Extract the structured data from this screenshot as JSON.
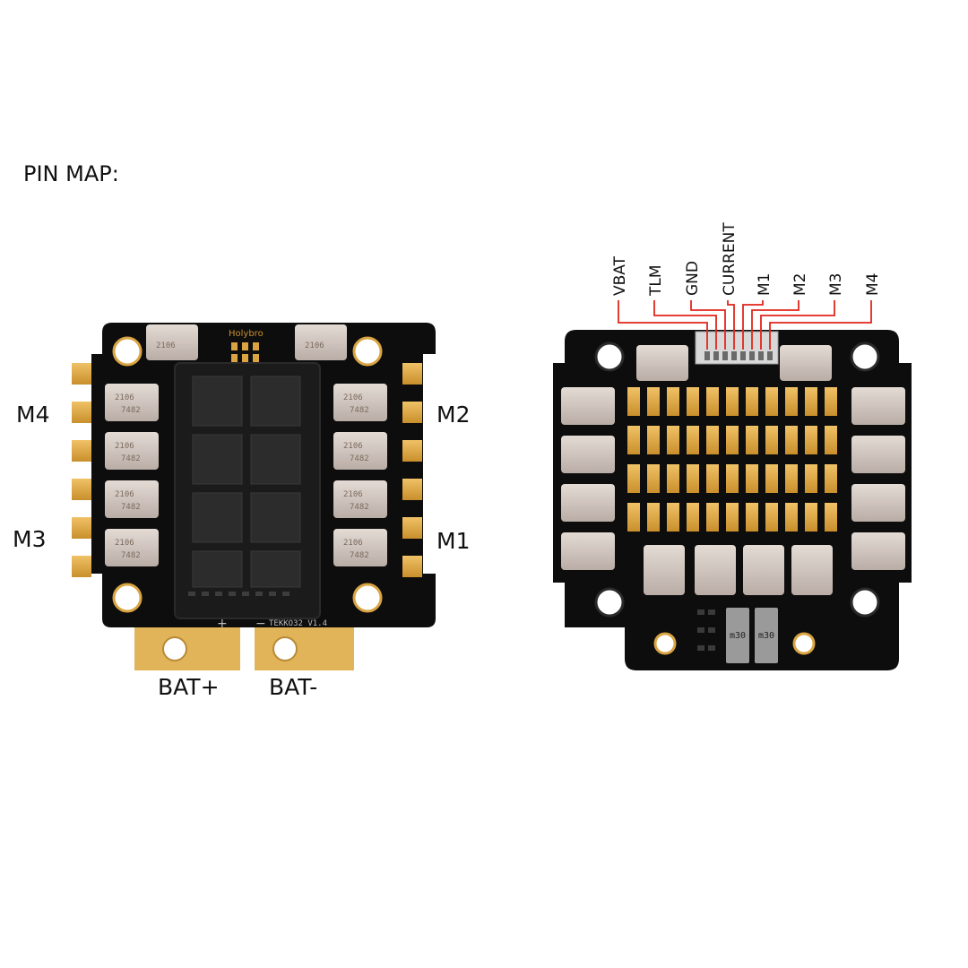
{
  "page_title": "PIN MAP:",
  "front_board": {
    "logo_text": "Holybro",
    "model_text": "TEKKO32 V1.4",
    "polarity_plus": "+",
    "polarity_minus": "−",
    "cap_code_a": "2106",
    "cap_code_b": "7482",
    "motor_labels": {
      "m4": "M4",
      "m2": "M2",
      "m3": "M3",
      "m1": "M1"
    },
    "battery_labels": {
      "positive": "BAT+",
      "negative": "BAT-"
    }
  },
  "back_board": {
    "connector_pins": [
      "VBAT",
      "TLM",
      "GND",
      "CURRENT",
      "M1",
      "M2",
      "M3",
      "M4"
    ],
    "shunt_text": "m30"
  },
  "colors": {
    "pcb": "#0d0d0d",
    "gold_pad": "#d9a441",
    "capacitor": "#cfc4bd",
    "wire": "#e0261c"
  }
}
